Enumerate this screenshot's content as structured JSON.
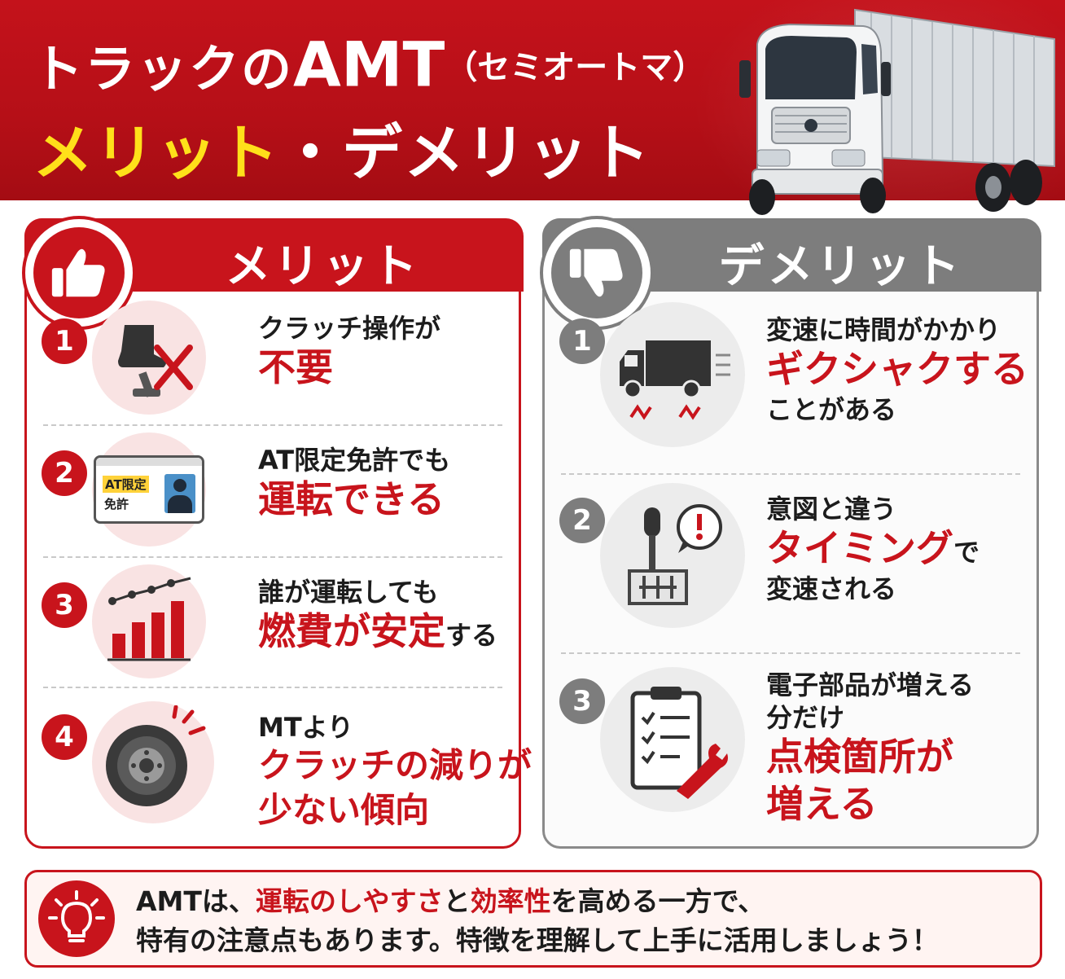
{
  "header": {
    "title_part1": "トラックの",
    "title_part2": "AMT",
    "title_part3": "（セミオートマ）",
    "subtitle_merit": "メリット",
    "subtitle_sep": "・",
    "subtitle_demerit": "デメリット"
  },
  "merit": {
    "heading": "メリット",
    "icon": "thumbs-up-icon",
    "items": [
      {
        "num": "1",
        "icon": "clutch-pedal-crossed-icon",
        "line1": "クラッチ操作が",
        "line2": "不要"
      },
      {
        "num": "2",
        "icon": "license-card-icon",
        "card_label1": "AT限定",
        "card_label2": "免許",
        "line1": "AT限定免許でも",
        "line2": "運転できる"
      },
      {
        "num": "3",
        "icon": "bar-chart-icon",
        "line1": "誰が運転しても",
        "line2": "燃費が安定",
        "line2_suffix": "する"
      },
      {
        "num": "4",
        "icon": "clutch-disc-icon",
        "line1": "MTより",
        "line2": "クラッチの減りが",
        "line3": "少ない傾向"
      }
    ]
  },
  "demerit": {
    "heading": "デメリット",
    "icon": "thumbs-down-icon",
    "items": [
      {
        "num": "1",
        "icon": "jerky-truck-icon",
        "line1": "変速に時間がかかり",
        "line2": "ギクシャクする",
        "line3": "ことがある"
      },
      {
        "num": "2",
        "icon": "gear-lever-alert-icon",
        "line1": "意図と違う",
        "line2": "タイミング",
        "line2_suffix": "で",
        "line3": "変速される"
      },
      {
        "num": "3",
        "icon": "checklist-wrench-icon",
        "line1": "電子部品が増える",
        "line2": "分だけ",
        "line3": "点検箇所が",
        "line4": "増える"
      }
    ]
  },
  "note": {
    "icon": "light-bulb-icon",
    "seg1": "AMTは、",
    "seg2": "運転のしやすさ",
    "seg3": "と",
    "seg4": "効率性",
    "seg5": "を高める一方で、",
    "line2": "特有の注意点もあります。特徴を理解して上手に活用しましょう！"
  },
  "colors": {
    "red": "#c8141c",
    "gray": "#7d7d7d",
    "yellow": "#ffe01a"
  }
}
